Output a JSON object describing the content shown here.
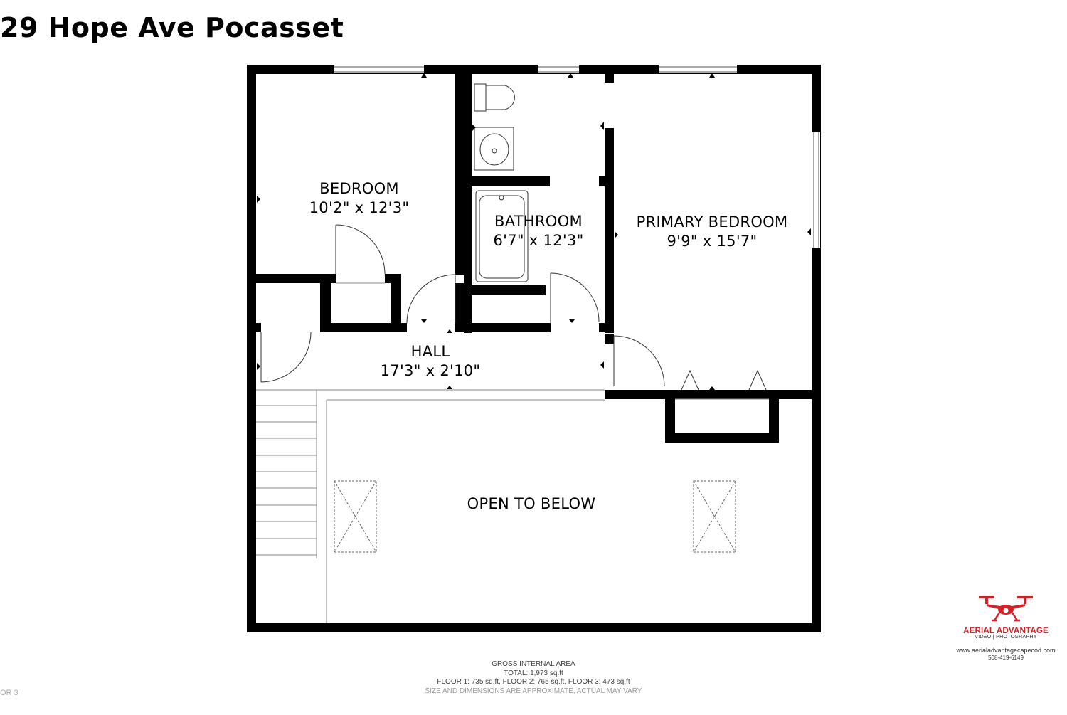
{
  "title": "29 Hope Ave Pocasset",
  "rooms": {
    "bedroom": {
      "name": "BEDROOM",
      "dims": "10'2\" x 12'3\""
    },
    "bathroom": {
      "name": "BATHROOM",
      "dims": "6'7\" x 12'3\""
    },
    "primary_bedroom": {
      "name": "PRIMARY BEDROOM",
      "dims": "9'9\" x 15'7\""
    },
    "hall": {
      "name": "HALL",
      "dims": "17'3\" x 2'10\""
    },
    "open_to_below": {
      "name": "OPEN TO BELOW"
    }
  },
  "footer": {
    "heading": "GROSS INTERNAL AREA",
    "total": "TOTAL: 1,973 sq.ft",
    "floors": "FLOOR 1: 735 sq.ft, FLOOR 2: 765 sq.ft, FLOOR 3: 473 sq.ft",
    "disclaimer": "SIZE AND DIMENSIONS ARE APPROXIMATE, ACTUAL MAY VARY",
    "floor_tag": "OR 3"
  },
  "logo": {
    "brand": "AERIAL ADVANTAGE",
    "tagline": "VIDEO | PHOTOGRAPHY",
    "url": "www.aerialadvantagecapecod.com",
    "phone": "508-419-6149",
    "color": "#d52027",
    "icon": "drone-icon"
  },
  "colors": {
    "wall": "#000000",
    "background": "#ffffff",
    "window_frame": "#555555"
  }
}
